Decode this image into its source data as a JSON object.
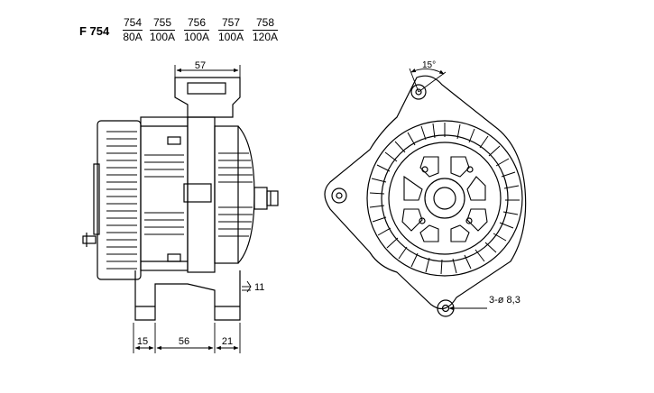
{
  "header": {
    "model": "F 754",
    "variants": [
      {
        "number": "754",
        "amperage": "80A"
      },
      {
        "number": "755",
        "amperage": "100A"
      },
      {
        "number": "756",
        "amperage": "100A"
      },
      {
        "number": "757",
        "amperage": "100A"
      },
      {
        "number": "758",
        "amperage": "120A"
      }
    ]
  },
  "side_view": {
    "dim_top": "57",
    "dim_right": "11",
    "dim_bottom_left": "15",
    "dim_bottom_mid": "56",
    "dim_bottom_right": "21"
  },
  "front_view": {
    "angle_label": "15°",
    "hole_label": "3-ø 8,3"
  }
}
